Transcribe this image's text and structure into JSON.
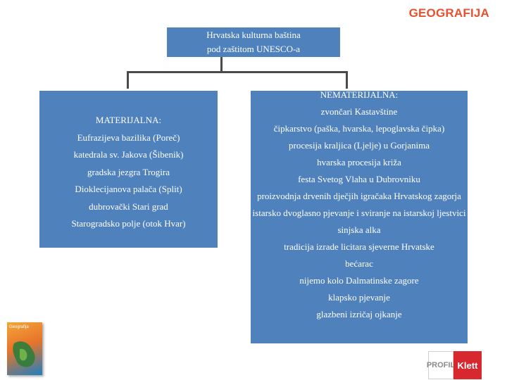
{
  "brand": "GEOGRAFIJA",
  "root": {
    "lines": [
      "Hrvatska kulturna baština",
      "pod zaštitom UNESCO-a"
    ]
  },
  "material": {
    "heading": "MATERIJALNA:",
    "items": [
      "Eufrazijeva bazilika (Poreč)",
      "katedrala sv. Jakova (Šibenik)",
      "gradska jezgra Trogira",
      "Dioklecijanova palača (Split)",
      "dubrovački Stari grad",
      "Starogradsko polje (otok Hvar)"
    ]
  },
  "immaterial": {
    "heading": "NEMATERIJALNA:",
    "items": [
      "zvončari Kastavštine",
      "čipkarstvo (paška, hvarska, lepoglavska čipka)",
      "procesija kraljica (Ljelje) u Gorjanima",
      "hvarska procesija križa",
      "festa Svetog Vlaha u Dubrovniku",
      "proizvodnja drvenih dječjih igračaka Hrvatskog zagorja",
      "istarsko dvoglasno pjevanje i sviranje na istarskoj ljestvici",
      "sinjska alka",
      "tradicija izrade licitara sjeverne Hrvatske",
      "bećarac",
      "nijemo kolo Dalmatinske zagore",
      "klapsko pjevanje",
      "glazbeni izričaj ojkanje"
    ]
  },
  "book": {
    "title": "Geografija"
  },
  "logo": {
    "left": "PROFIL",
    "right": "Klett"
  },
  "colors": {
    "box": "#4f81bd",
    "connector": "#4a4a4a",
    "brand": "#e8502e",
    "logo_red": "#d8282f"
  }
}
